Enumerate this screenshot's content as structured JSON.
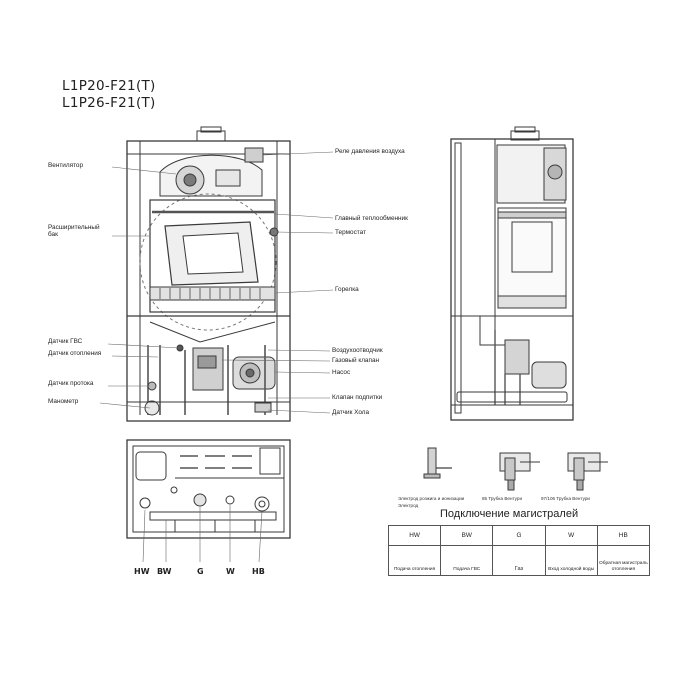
{
  "models": [
    "L1P20-F21(T)",
    "L1P26-F21(T)"
  ],
  "left_labels": {
    "fan": "Вентилятор",
    "expansion_tank": "Расширительный бак",
    "dhw_sensor": "Датчик ГВС",
    "heating_sensor": "Датчик отопления",
    "flow_sensor": "Датчик протока",
    "pressure_gauge": "Манометр"
  },
  "right_labels": {
    "air_pressure_relay": "Реле давления воздуха",
    "main_heat_exchanger": "Главный теплообменник",
    "thermostat": "Термостат",
    "burner": "Горелка",
    "air_vent": "Воздухоотводчик",
    "gas_valve": "Газовый клапан",
    "pump": "Насос",
    "makeup_valve": "Клапан подпитки",
    "hall_sensor": "Датчик Хола"
  },
  "connections": [
    "HW",
    "BW",
    "G",
    "W",
    "HB"
  ],
  "fitting_captions": {
    "elbow": "Электрод розжига и ионизации Электрод",
    "venturi_85": "85 Трубка Вентури",
    "venturi_97_106": "97/106 Трубка Вентури"
  },
  "connection_table": {
    "title": "Подключение магистралей",
    "headers": [
      "HW",
      "BW",
      "G",
      "W",
      "HB"
    ],
    "descriptions": [
      "Подача отопления",
      "Подача ГВС",
      "Газ",
      "Вход холодной воды",
      "Обратная магистраль отопления"
    ]
  }
}
